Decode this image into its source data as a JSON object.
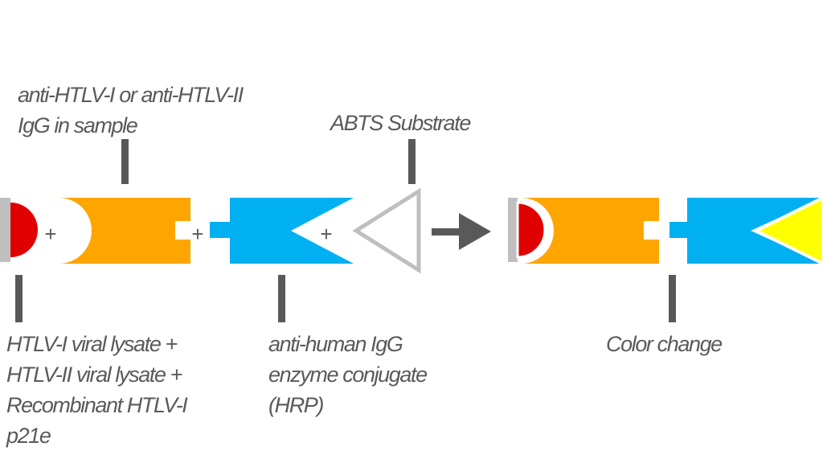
{
  "labels": {
    "igg_sample": [
      "anti-HTLV-I or anti-HTLV-II",
      "IgG in sample"
    ],
    "substrate": "ABTS Substrate",
    "viral_lysate": [
      "HTLV-I viral lysate +",
      "HTLV-II viral lysate +",
      "Recombinant HTLV-I",
      "p21e"
    ],
    "conjugate": [
      "anti-human IgG",
      "enzyme conjugate",
      "(HRP)"
    ],
    "color_change": "Color change"
  },
  "operators": [
    "+",
    "+",
    "+"
  ],
  "colors": {
    "antigen_red": "#e00000",
    "igg_orange": "#ffa500",
    "conjugate_blue": "#00b0f0",
    "substrate_yellow": "#ffff00",
    "plate_gray": "#bfbfbf",
    "leader_gray": "#595959",
    "text_gray": "#5a5a5a"
  }
}
